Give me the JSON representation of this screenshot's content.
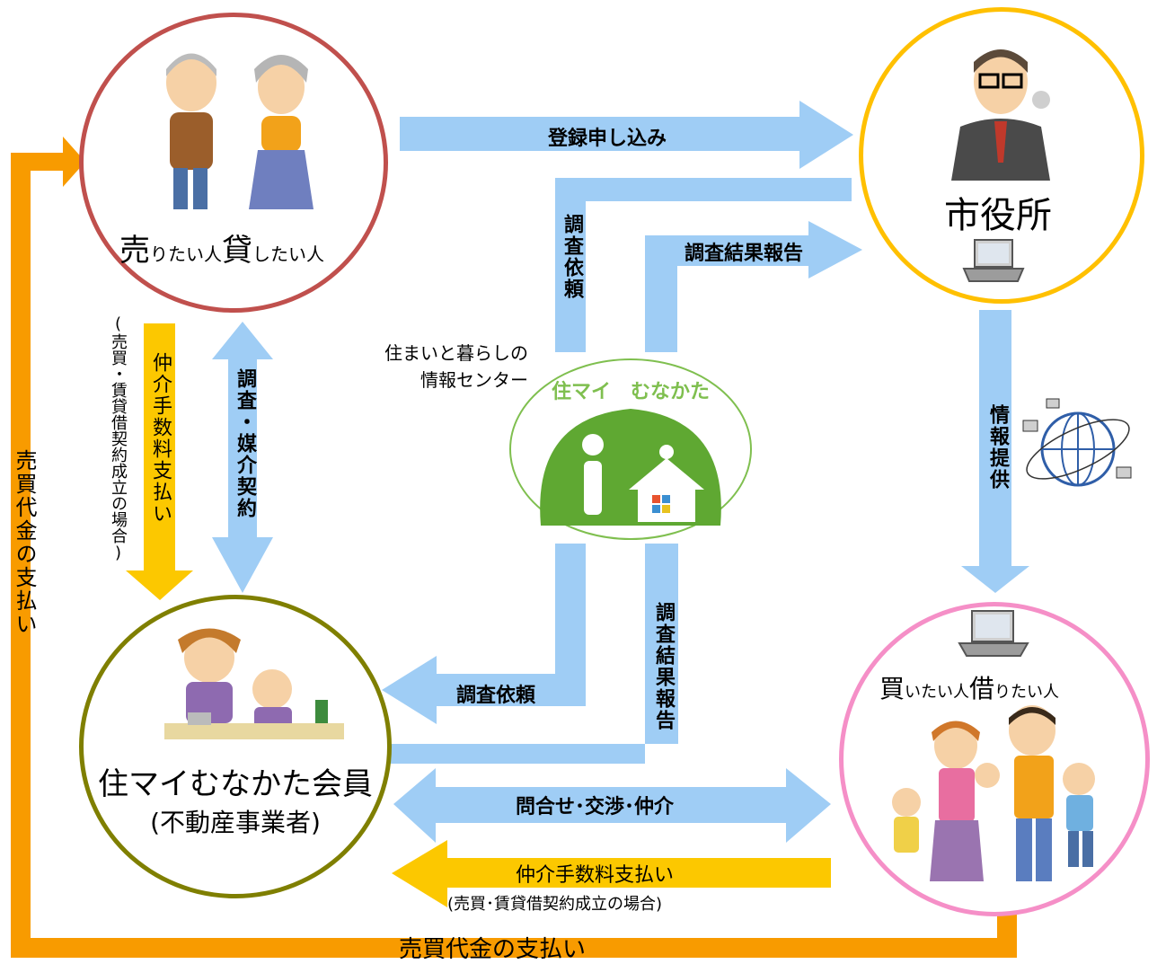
{
  "colors": {
    "blue_arrow": "#9fcdf5",
    "orange_arrow": "#f89b00",
    "yellow_arrow": "#fcc800",
    "seller_ring": "#c0504d",
    "city_ring": "#ffc000",
    "member_ring": "#7f7f00",
    "buyer_ring": "#f58fc7",
    "logo_green": "#5fa832"
  },
  "nodes": {
    "seller": {
      "big1": "売",
      "small1": "りたい人",
      "big2": "貸",
      "small2": "したい人"
    },
    "city": {
      "label": "市役所"
    },
    "member": {
      "line1": "住マイむなかた会員",
      "line2": "(不動産事業者)"
    },
    "buyer": {
      "big1": "買",
      "small1": "いたい人",
      "big2": "借",
      "small2": "りたい人"
    },
    "center": {
      "caption_line1": "住まいと暮らしの",
      "caption_line2": "情報センター",
      "logo_text": "住マイ　むなかた"
    }
  },
  "arrows": {
    "registration": "登録申し込み",
    "survey_request_top": "調査依頼",
    "survey_report_top": "調査結果報告",
    "info_provide": "情報提供",
    "survey_mediation": "調査・媒介契約",
    "broker_fee_left": "仲介手数料支払い",
    "broker_fee_left_note": "(売買・賃貸借契約成立の場合)",
    "survey_request_bottom": "調査依頼",
    "survey_report_bottom": "調査結果報告",
    "inquiry": "問合せ･交渉･仲介",
    "broker_fee_bottom": "仲介手数料支払い",
    "broker_fee_bottom_note": "(売買･賃貸借契約成立の場合)",
    "payment_left": "売買代金の支払い",
    "payment_bottom": "売買代金の支払い"
  }
}
